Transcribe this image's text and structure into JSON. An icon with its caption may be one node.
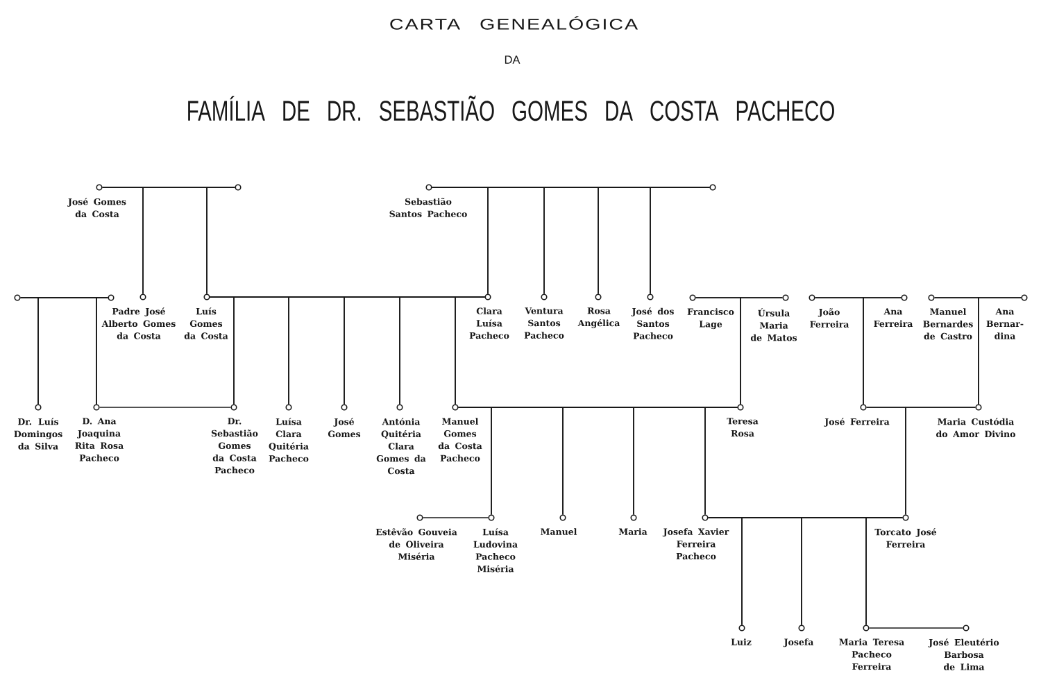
{
  "diagram": {
    "title": "CARTA GENEALÓGICA",
    "nodes": [
      {
        "text": [
          "José Gomes da Costa"
        ]
      },
      {
        "text": [],
        "shape": "circle"
      },
      {
        "text": [
          "Sebastião Santos Pacheco"
        ]
      },
      {
        "text": [],
        "shape": "circle"
      },
      {
        "text": [],
        "shape": "circle"
      },
      {
        "text": [],
        "shape": "circle"
      },
      {
        "text": [
          "Padre José Alberto Gomes da Costa"
        ]
      },
      {
        "text": [
          "Luís Gomes da Costa"
        ]
      },
      {
        "text": [
          "Clara Luísa Pacheco"
        ]
      },
      {
        "text": [
          "Ventura Santos Pacheco"
        ]
      },
      {
        "text": [
          "Rosa Angélica"
        ]
      },
      {
        "text": [
          "José dos Santos Pacheco"
        ]
      },
      {
        "text": [
          "Francisco Lage"
        ]
      },
      {
        "text": [
          "Úrsula Maria de Matos"
        ]
      },
      {
        "text": [
          "João Ferreira"
        ]
      },
      {
        "text": [
          "Ana Ferreira"
        ]
      },
      {
        "text": [
          "Manuel Bernardes de Castro"
        ]
      },
      {
        "text": [
          "Ana Bernar- dina"
        ]
      },
      {
        "text": [
          "Dr. Luís Domingos da Silva"
        ]
      },
      {
        "text": [
          "D. Ana Joaquina Rita Rosa Pacheco"
        ]
      },
      {
        "text": [
          "Dr. Sebastião Gomes da Costa Pacheco"
        ]
      },
      {
        "text": [
          "Luísa Clara Quitéria Pacheco"
        ]
      },
      {
        "text": [
          "José Gomes"
        ]
      },
      {
        "text": [
          "Antónia Quitéria Clara Gomes da Costa"
        ]
      },
      {
        "text": [
          "Manuel Gomes da Costa Pacheco"
        ]
      },
      {
        "text": [
          "Teresa Rosa"
        ]
      },
      {
        "text": [
          "José Ferreira"
        ]
      },
      {
        "text": [
          "Maria Custódia do Amor Divino"
        ]
      },
      {
        "text": [
          "Estêvão Gouveia de Oliveira Miséria"
        ]
      },
      {
        "text": [
          "Luísa Ludovina Pacheco Miséria"
        ]
      },
      {
        "text": [
          "Manuel"
        ]
      },
      {
        "text": [
          "Maria"
        ]
      },
      {
        "text": [
          "Josefa Xavier Ferreira Pacheco"
        ]
      },
      {
        "text": [
          "Torcato José Ferreira"
        ]
      },
      {
        "text": [
          "Luiz"
        ]
      },
      {
        "text": [
          "Josefa"
        ]
      },
      {
        "text": [
          "Maria Teresa Pacheco Ferreira"
        ]
      },
      {
        "text": [
          "José Eleutério Barbosa de Lima"
        ]
      }
    ],
    "edges": [
      {
        "from": 0,
        "to": 1,
        "arrow": "none"
      },
      {
        "from": 0,
        "to": 6,
        "arrow": "none"
      },
      {
        "from": 1,
        "to": 6,
        "arrow": "none"
      },
      {
        "from": 0,
        "to": 7,
        "arrow": "none"
      },
      {
        "from": 1,
        "to": 7,
        "arrow": "none"
      },
      {
        "from": 2,
        "to": 3,
        "arrow": "none"
      },
      {
        "from": 2,
        "to": 8,
        "arrow": "none"
      },
      {
        "from": 3,
        "to": 8,
        "arrow": "none"
      },
      {
        "from": 2,
        "to": 9,
        "arrow": "none"
      },
      {
        "from": 3,
        "to": 9,
        "arrow": "none"
      },
      {
        "from": 2,
        "to": 10,
        "arrow": "none"
      },
      {
        "from": 3,
        "to": 10,
        "arrow": "none"
      },
      {
        "from": 2,
        "to": 11,
        "arrow": "none"
      },
      {
        "from": 3,
        "to": 11,
        "arrow": "none"
      },
      {
        "from": 4,
        "to": 5,
        "arrow": "none"
      },
      {
        "from": 4,
        "to": 18,
        "arrow": "none"
      },
      {
        "from": 5,
        "to": 18,
        "arrow": "none"
      },
      {
        "from": 4,
        "to": 19,
        "arrow": "none"
      },
      {
        "from": 5,
        "to": 19,
        "arrow": "none"
      },
      {
        "from": 7,
        "to": 8,
        "arrow": "none"
      },
      {
        "from": 7,
        "to": 20,
        "arrow": "none"
      },
      {
        "from": 8,
        "to": 20,
        "arrow": "none"
      },
      {
        "from": 7,
        "to": 21,
        "arrow": "none"
      },
      {
        "from": 8,
        "to": 21,
        "arrow": "none"
      },
      {
        "from": 7,
        "to": 22,
        "arrow": "none"
      },
      {
        "from": 8,
        "to": 22,
        "arrow": "none"
      },
      {
        "from": 7,
        "to": 23,
        "arrow": "none"
      },
      {
        "from": 8,
        "to": 23,
        "arrow": "none"
      },
      {
        "from": 7,
        "to": 24,
        "arrow": "none"
      },
      {
        "from": 8,
        "to": 24,
        "arrow": "none"
      },
      {
        "from": 12,
        "to": 13,
        "arrow": "none"
      },
      {
        "from": 12,
        "to": 25,
        "arrow": "none"
      },
      {
        "from": 13,
        "to": 25,
        "arrow": "none"
      },
      {
        "from": 14,
        "to": 15,
        "arrow": "none"
      },
      {
        "from": 14,
        "to": 26,
        "arrow": "none"
      },
      {
        "from": 15,
        "to": 26,
        "arrow": "none"
      },
      {
        "from": 16,
        "to": 17,
        "arrow": "none"
      },
      {
        "from": 16,
        "to": 27,
        "arrow": "none"
      },
      {
        "from": 17,
        "to": 27,
        "arrow": "none"
      },
      {
        "from": 19,
        "to": 20,
        "arrow": "none"
      },
      {
        "from": 24,
        "to": 25,
        "arrow": "none"
      },
      {
        "from": 24,
        "to": 29,
        "arrow": "none"
      },
      {
        "from": 25,
        "to": 29,
        "arrow": "none"
      },
      {
        "from": 24,
        "to": 30,
        "arrow": "none"
      },
      {
        "from": 25,
        "to": 30,
        "arrow": "none"
      },
      {
        "from": 24,
        "to": 31,
        "arrow": "none"
      },
      {
        "from": 25,
        "to": 31,
        "arrow": "none"
      },
      {
        "from": 24,
        "to": 32,
        "arrow": "none"
      },
      {
        "from": 25,
        "to": 32,
        "arrow": "none"
      },
      {
        "from": 26,
        "to": 27,
        "arrow": "none"
      },
      {
        "from": 26,
        "to": 33,
        "arrow": "none"
      },
      {
        "from": 27,
        "to": 33,
        "arrow": "none"
      },
      {
        "from": 28,
        "to": 29,
        "arrow": "none"
      },
      {
        "from": 32,
        "to": 33,
        "arrow": "none"
      },
      {
        "from": 32,
        "to": 34,
        "arrow": "none"
      },
      {
        "from": 33,
        "to": 34,
        "arrow": "none"
      },
      {
        "from": 32,
        "to": 35,
        "arrow": "none"
      },
      {
        "from": 33,
        "to": 35,
        "arrow": "none"
      },
      {
        "from": 32,
        "to": 36,
        "arrow": "none"
      },
      {
        "from": 33,
        "to": 36,
        "arrow": "none"
      },
      {
        "from": 36,
        "to": 37,
        "arrow": "none"
      }
    ],
    "labels": [
      "DA",
      "FAMÍLIA DE DR. SEBASTIÃO GOMES DA COSTA PACHECO"
    ]
  }
}
